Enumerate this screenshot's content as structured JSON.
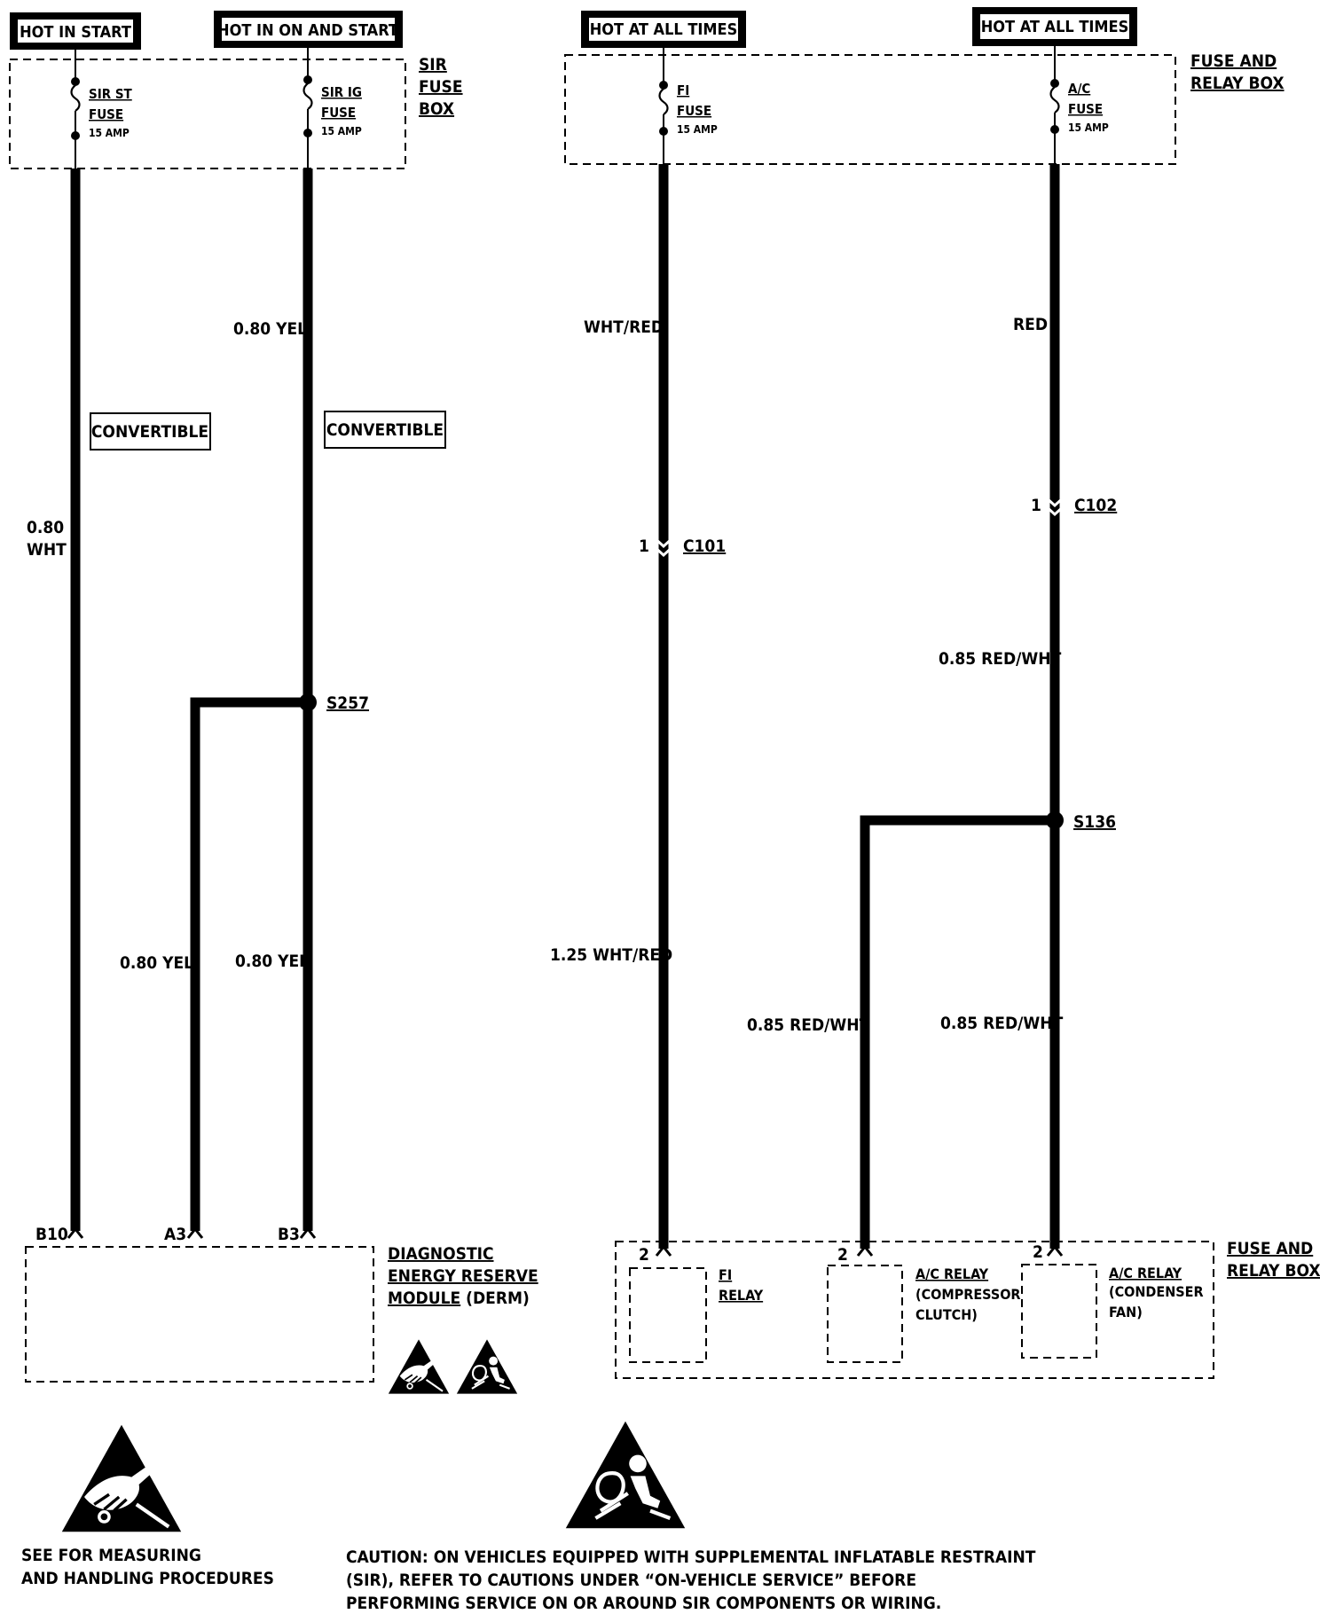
{
  "headers": {
    "hot_in_start": "HOT IN START",
    "hot_in_on_and_start": "HOT IN ON AND START",
    "hot_at_all_times_1": "HOT AT ALL TIMES",
    "hot_at_all_times_2": "HOT AT ALL TIMES"
  },
  "sir_fuse_box": {
    "label": [
      "SIR",
      "FUSE",
      "BOX"
    ],
    "fuse_st": {
      "name": "SIR ST",
      "type": "FUSE",
      "rating": "15 AMP"
    },
    "fuse_ig": {
      "name": "SIR IG",
      "type": "FUSE",
      "rating": "15 AMP"
    }
  },
  "fuse_relay_box_top": {
    "label": [
      "FUSE AND",
      "RELAY BOX"
    ],
    "fuse_fi": {
      "name": "FI",
      "type": "FUSE",
      "rating": "15 AMP"
    },
    "fuse_ac": {
      "name": "A/C",
      "type": "FUSE",
      "rating": "15 AMP"
    }
  },
  "wires": {
    "w1": [
      "0.80",
      "WHT"
    ],
    "w2_top": "0.80 YEL",
    "w2_bottom": "0.80 YEL",
    "w3": "0.80 YEL",
    "w4_top": "WHT/RED",
    "w4_bottom": "1.25 WHT/RED",
    "w5_top": "RED",
    "w5_mid": "0.85 RED/WHT",
    "w5_bottom": "0.85 RED/WHT",
    "w6": "0.85 RED/WHT"
  },
  "convertible_1": "CONVERTIBLE",
  "convertible_2": "CONVERTIBLE",
  "connectors": {
    "c101": {
      "pin": "1",
      "name": "C101"
    },
    "c102": {
      "pin": "1",
      "name": "C102"
    }
  },
  "splices": {
    "s257": "S257",
    "s136": "S136"
  },
  "derm": {
    "pins": {
      "b10": "B10",
      "a3": "A3",
      "b3": "B3"
    },
    "label_line1": "DIAGNOSTIC",
    "label_line2": "ENERGY RESERVE",
    "label_line3_u": "MODULE",
    "label_line3_rest": " (DERM)"
  },
  "fuse_relay_box_bottom": {
    "label": [
      "FUSE AND",
      "RELAY BOX"
    ],
    "pin_fi": "2",
    "pin_ac1": "2",
    "pin_ac2": "2",
    "fi_relay": [
      "FI",
      "RELAY"
    ],
    "ac_relay_comp": [
      "A/C RELAY",
      "(COMPRESSOR",
      "CLUTCH)"
    ],
    "ac_relay_cond": [
      "A/C RELAY",
      "(CONDENSER",
      "FAN)"
    ]
  },
  "notes": {
    "esd": [
      "SEE FOR MEASURING",
      "AND HANDLING PROCEDURES"
    ],
    "sir_caution": [
      "CAUTION:  ON VEHICLES EQUIPPED WITH SUPPLEMENTAL INFLATABLE RESTRAINT",
      "(SIR), REFER TO CAUTIONS UNDER “ON-VEHICLE SERVICE” BEFORE",
      "PERFORMING SERVICE ON OR AROUND SIR COMPONENTS OR WIRING."
    ]
  },
  "icons": [
    "esd-warning-icon",
    "sir-airbag-warning-icon"
  ]
}
